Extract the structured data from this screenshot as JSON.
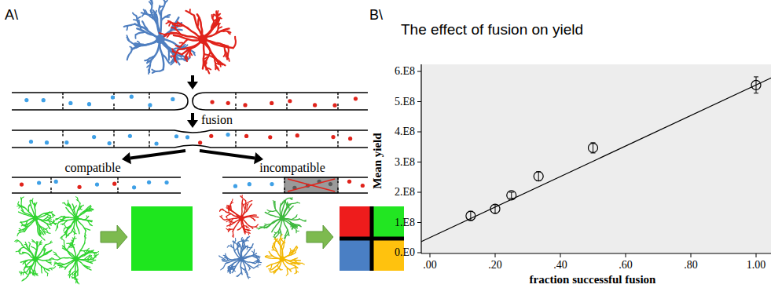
{
  "diagram": {
    "labels": [
      "A\\",
      "fusion",
      "compatible",
      "incompatible",
      "B\\",
      "The effect of fusion on yield",
      "6.E8",
      "5.E8",
      "4.E8",
      "3.E8",
      "2.E8",
      "1.E8",
      "0.E0",
      ".00",
      ".20",
      ".40",
      ".60",
      ".80",
      "1.00",
      "Mean yield",
      "fraction successful fusion"
    ]
  }
}
